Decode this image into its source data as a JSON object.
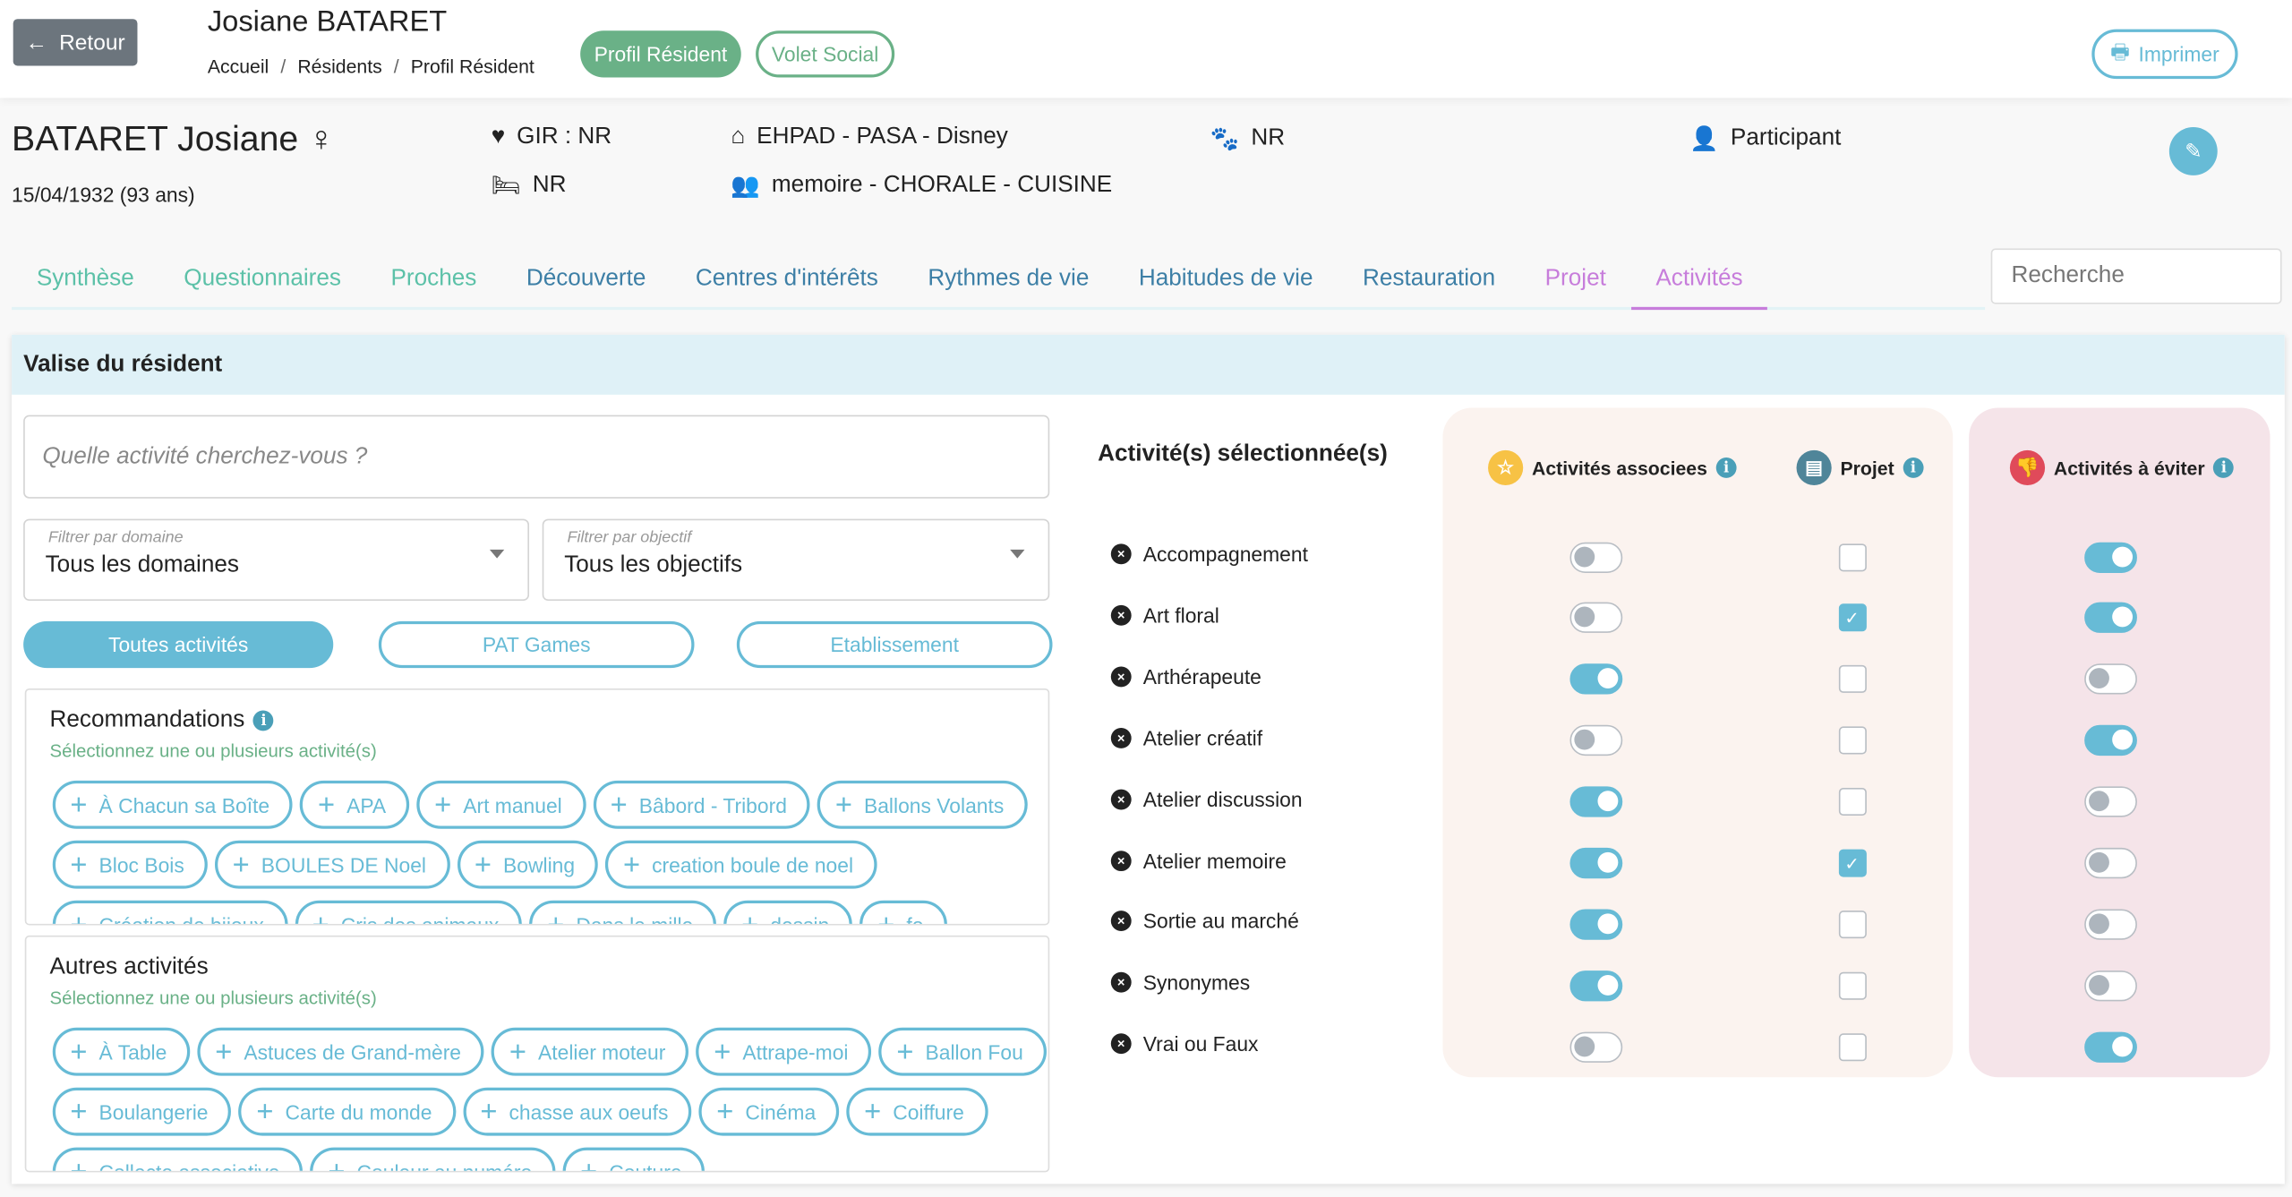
{
  "header": {
    "back_label": "Retour",
    "title": "Josiane BATARET",
    "breadcrumb": [
      "Accueil",
      "Résidents",
      "Profil Résident"
    ],
    "pill_profil": "Profil Résident",
    "pill_social": "Volet Social",
    "print_label": "Imprimer"
  },
  "resident": {
    "name": "BATARET Josiane",
    "dob": "15/04/1932 (93 ans)",
    "gir": "GIR : NR",
    "bed": "NR",
    "location": "EHPAD - PASA - Disney",
    "groups": "memoire - CHORALE - CUISINE",
    "pet": "NR",
    "status": "Participant"
  },
  "tabs": [
    {
      "label": "Synthèse",
      "color": "#5cc1a8"
    },
    {
      "label": "Questionnaires",
      "color": "#5cc1a8"
    },
    {
      "label": "Proches",
      "color": "#5cc1a8"
    },
    {
      "label": "Découverte",
      "color": "#3d7fa6"
    },
    {
      "label": "Centres d'intérêts",
      "color": "#3d7fa6"
    },
    {
      "label": "Rythmes de vie",
      "color": "#3d7fa6"
    },
    {
      "label": "Habitudes de vie",
      "color": "#3d7fa6"
    },
    {
      "label": "Restauration",
      "color": "#3d7fa6"
    },
    {
      "label": "Projet",
      "color": "#c77ddb"
    },
    {
      "label": "Activités",
      "color": "#c77ddb",
      "active": true
    }
  ],
  "search_placeholder": "Recherche",
  "valise": {
    "title": "Valise du résident",
    "search_placeholder": "Quelle activité cherchez-vous ?",
    "filter_domain": {
      "label": "Filtrer par domaine",
      "value": "Tous les domaines"
    },
    "filter_objective": {
      "label": "Filtrer par objectif",
      "value": "Tous les objectifs"
    },
    "buttons": [
      "Toutes activités",
      "PAT Games",
      "Etablissement"
    ],
    "recommandations": {
      "title": "Recommandations",
      "subtitle": "Sélectionnez une ou plusieurs activité(s)",
      "items": [
        "À Chacun sa Boîte",
        "APA",
        "Art manuel",
        "Bâbord - Tribord",
        "Ballons Volants",
        "Bloc Bois",
        "BOULES DE Noel",
        "Bowling",
        "creation boule de noel",
        "Création de bijoux",
        "Cris des animaux",
        "Dans le mille",
        "dessin",
        "fo"
      ]
    },
    "autres": {
      "title": "Autres activités",
      "subtitle": "Sélectionnez une ou plusieurs activité(s)",
      "items": [
        "À Table",
        "Astuces de Grand-mère",
        "Atelier moteur",
        "Attrape-moi",
        "Ballon Fou",
        "Boulangerie",
        "Carte du monde",
        "chasse aux oeufs",
        "Cinéma",
        "Coiffure",
        "Collecte associative",
        "Couleur au numéro",
        "Couture"
      ]
    },
    "selected_title": "Activité(s) sélectionnée(s)",
    "columns": {
      "associated": "Activités associees",
      "project": "Projet",
      "avoid": "Activités à éviter"
    },
    "selected": [
      {
        "name": "Accompagnement",
        "associated": false,
        "project": false,
        "avoid": true
      },
      {
        "name": "Art floral",
        "associated": false,
        "project": true,
        "avoid": true
      },
      {
        "name": "Arthérapeute",
        "associated": true,
        "project": false,
        "avoid": false
      },
      {
        "name": "Atelier créatif",
        "associated": false,
        "project": false,
        "avoid": true
      },
      {
        "name": "Atelier discussion",
        "associated": true,
        "project": false,
        "avoid": false
      },
      {
        "name": "Atelier memoire",
        "associated": true,
        "project": true,
        "avoid": false
      },
      {
        "name": "Sortie au marché",
        "associated": true,
        "project": false,
        "avoid": false
      },
      {
        "name": "Synonymes",
        "associated": true,
        "project": false,
        "avoid": false
      },
      {
        "name": "Vrai ou Faux",
        "associated": false,
        "project": false,
        "avoid": true
      }
    ]
  }
}
